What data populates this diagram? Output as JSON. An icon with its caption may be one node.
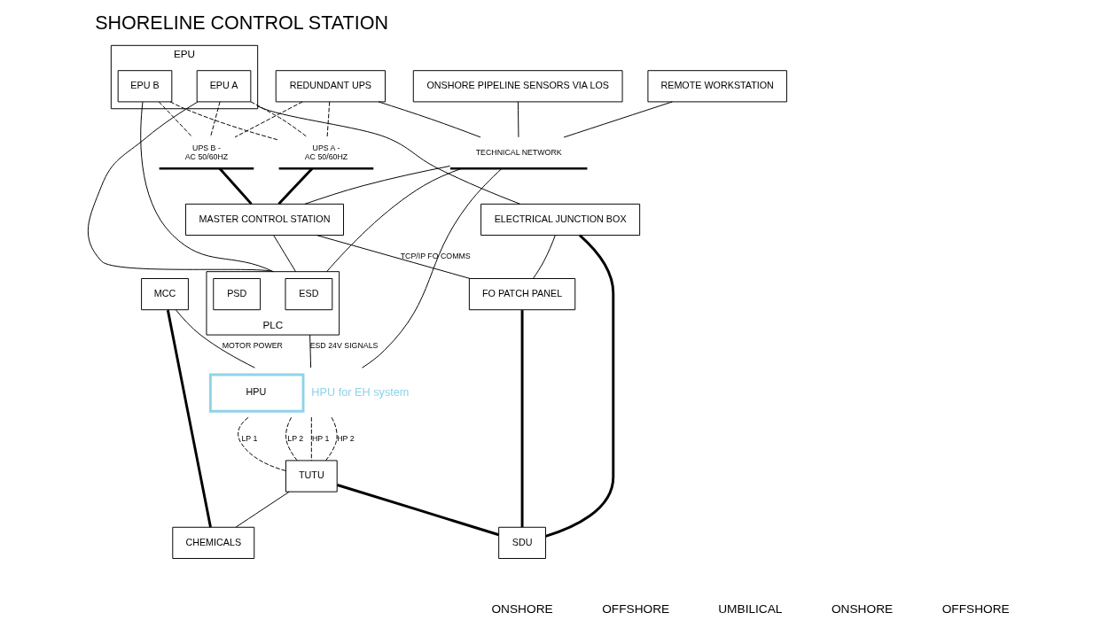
{
  "diagram": {
    "title": "SHORELINE CONTROL STATION",
    "nodes": [
      {
        "text": [
          "REMOTE WORKSTATION"
        ]
      },
      {
        "text": [
          "ONSHORE PIPELINE SENSORS VIA LOS"
        ]
      },
      {
        "text": [
          "EPU"
        ]
      },
      {
        "text": [
          "EPU A"
        ],
        "in": 2
      },
      {
        "text": [
          "EPU B"
        ],
        "in": 2
      },
      {
        "text": [
          "REDUNDANT UPS"
        ]
      },
      {
        "text": [
          "MASTER CONTROL STATION"
        ]
      },
      {
        "text": [
          "PLC"
        ]
      },
      {
        "text": [
          "ESD"
        ],
        "in": 7
      },
      {
        "text": [
          "PSD"
        ],
        "in": 7
      },
      {
        "text": [
          "HPU"
        ],
        "beside": [
          "HPU for EH system"
        ]
      },
      {
        "text": [
          "MCC"
        ]
      },
      {
        "text": [
          "ELECTRICAL JUNCTION BOX"
        ]
      },
      {
        "text": [
          "FO PATCH PANEL"
        ]
      },
      {
        "text": [
          "TUTU"
        ]
      },
      {
        "text": [
          "CHEMICALS"
        ]
      },
      {
        "text": [
          "SDU"
        ]
      },
      {
        "text": [
          "TECHNICAL NETWORK"
        ]
      },
      {
        "text": [
          "UPS A -",
          "AC 50/60HZ"
        ]
      },
      {
        "text": [
          "UPS B -",
          "AC 50/60HZ"
        ]
      }
    ],
    "edges": [
      {
        "from": 0,
        "to": 17,
        "arrow": "none"
      },
      {
        "from": 1,
        "to": 17,
        "arrow": "none"
      },
      {
        "from": 5,
        "to": 17,
        "arrow": "none"
      },
      {
        "from": 17,
        "to": 6,
        "arrow": "none"
      },
      {
        "from": 17,
        "to": 7,
        "arrow": "none"
      },
      {
        "from": 17,
        "to": 10,
        "arrow": "none"
      },
      {
        "from": 3,
        "to": 18,
        "arrow": "none",
        "style": "dashed"
      },
      {
        "from": 4,
        "to": 18,
        "arrow": "none",
        "style": "dashed"
      },
      {
        "from": 5,
        "to": 18,
        "arrow": "none",
        "style": "dashed"
      },
      {
        "from": 3,
        "to": 19,
        "arrow": "none",
        "style": "dashed"
      },
      {
        "from": 4,
        "to": 19,
        "arrow": "none",
        "style": "dashed"
      },
      {
        "from": 5,
        "to": 19,
        "arrow": "none",
        "style": "dashed"
      },
      {
        "from": 18,
        "to": 6,
        "arrow": "none",
        "style": "thick"
      },
      {
        "from": 19,
        "to": 6,
        "arrow": "none",
        "style": "thick"
      },
      {
        "from": 3,
        "to": 7,
        "arrow": "none"
      },
      {
        "from": 4,
        "to": 7,
        "arrow": "none"
      },
      {
        "from": 2,
        "to": 12,
        "arrow": "none"
      },
      {
        "from": 6,
        "to": 7,
        "arrow": "none"
      },
      {
        "from": 6,
        "to": 13,
        "arrow": "none",
        "label": "TCP/IP FO COMMS"
      },
      {
        "from": 12,
        "to": 13,
        "arrow": "none"
      },
      {
        "from": 7,
        "to": 10,
        "arrow": "none",
        "label": "ESD 24V SIGNALS"
      },
      {
        "from": 11,
        "to": 10,
        "arrow": "none",
        "label": "MOTOR POWER"
      },
      {
        "from": 10,
        "to": 14,
        "arrow": "none",
        "style": "dashed",
        "label": "LP 1"
      },
      {
        "from": 10,
        "to": 14,
        "arrow": "none",
        "style": "dashed",
        "label": "LP 2"
      },
      {
        "from": 10,
        "to": 14,
        "arrow": "none",
        "style": "dashed",
        "label": "HP 1"
      },
      {
        "from": 10,
        "to": 14,
        "arrow": "none",
        "style": "dashed",
        "label": "HP 2"
      },
      {
        "from": 14,
        "to": 15,
        "arrow": "none"
      },
      {
        "from": 11,
        "to": 15,
        "arrow": "none",
        "style": "thick"
      },
      {
        "from": 12,
        "to": 16,
        "arrow": "none",
        "style": "thick"
      },
      {
        "from": 13,
        "to": 16,
        "arrow": "none",
        "style": "thick"
      },
      {
        "from": 14,
        "to": 16,
        "arrow": "none",
        "style": "thick"
      }
    ],
    "labels": [
      "ONSHORE",
      "OFFSHORE",
      "UMBILICAL",
      "ONSHORE",
      "OFFSHORE"
    ]
  }
}
